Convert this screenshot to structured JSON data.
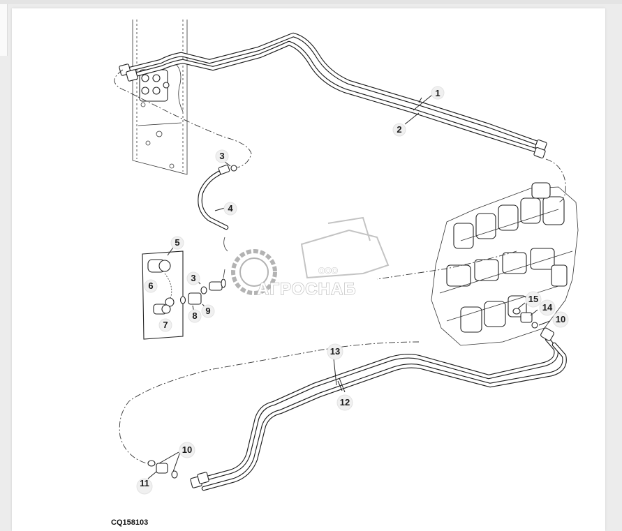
{
  "figure_code": "CQ158103",
  "callouts": {
    "c1": "1",
    "c2": "2",
    "c3a": "3",
    "c3b": "3",
    "c4": "4",
    "c5": "5",
    "c6": "6",
    "c7": "7",
    "c8": "8",
    "c9": "9",
    "c10a": "10",
    "c10b": "10",
    "c11": "11",
    "c12": "12",
    "c13": "13",
    "c14": "14",
    "c15": "15"
  },
  "watermark": {
    "line1": "ООО",
    "line2": "АГРОСНАБ"
  },
  "colors": {
    "line": "#1c1c1c",
    "bubble": "#f0f0f0",
    "watermark": "#9a9a9a"
  }
}
